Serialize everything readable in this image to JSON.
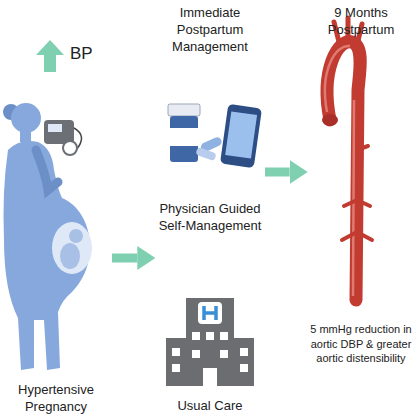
{
  "diagram": {
    "nodes": [
      {
        "text": [
          "Hypertensive Pregnancy"
        ]
      },
      {
        "text": [
          "Immediate Postpartum Management"
        ]
      },
      {
        "text": [
          "Physician Guided Self-Management"
        ],
        "in": 1
      },
      {
        "text": [
          "Usual Care"
        ],
        "in": 1
      },
      {
        "text": [
          "9 Months Postpartum",
          "5 mmHg reduction in aortic DBP & greater aortic distensibility"
        ]
      }
    ],
    "edges": [
      {
        "from": 0,
        "to": 1,
        "arrow": "to"
      },
      {
        "from": 2,
        "to": 4,
        "arrow": "to"
      }
    ],
    "labels": [
      "BP"
    ]
  }
}
